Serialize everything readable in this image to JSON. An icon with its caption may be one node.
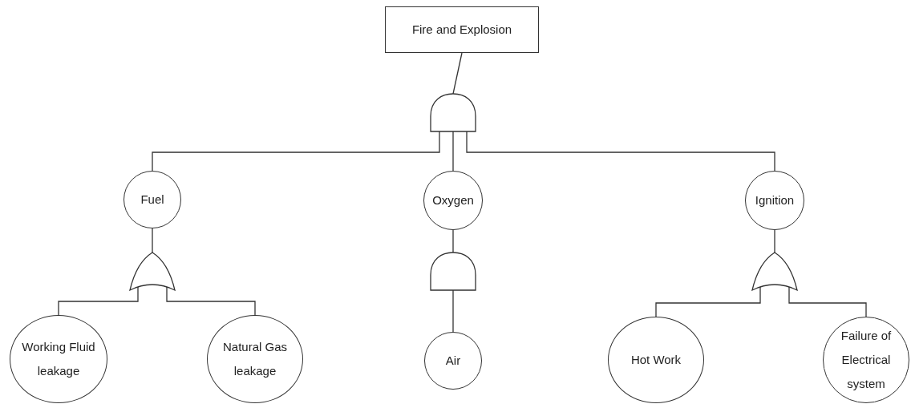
{
  "diagram": {
    "nodes": [
      {
        "text": [
          "Fire and Explosion"
        ]
      },
      {
        "text": [],
        "shape": "and-gate"
      },
      {
        "text": [
          "Fuel"
        ]
      },
      {
        "text": [
          "Oxygen"
        ]
      },
      {
        "text": [
          "Ignition"
        ]
      },
      {
        "text": [],
        "shape": "or-gate"
      },
      {
        "text": [],
        "shape": "and-gate"
      },
      {
        "text": [],
        "shape": "or-gate"
      },
      {
        "text": [
          "Working Fluid leakage"
        ]
      },
      {
        "text": [
          "Natural Gas leakage"
        ]
      },
      {
        "text": [
          "Air"
        ]
      },
      {
        "text": [
          "Hot Work"
        ]
      },
      {
        "text": [
          "Failure of Electrical system"
        ]
      }
    ],
    "edges": [
      {
        "from": 0,
        "to": 1,
        "arrow": "none"
      },
      {
        "from": 1,
        "to": 2,
        "arrow": "none"
      },
      {
        "from": 1,
        "to": 3,
        "arrow": "none"
      },
      {
        "from": 1,
        "to": 4,
        "arrow": "none"
      },
      {
        "from": 2,
        "to": 5,
        "arrow": "none"
      },
      {
        "from": 3,
        "to": 6,
        "arrow": "none"
      },
      {
        "from": 4,
        "to": 7,
        "arrow": "none"
      },
      {
        "from": 5,
        "to": 8,
        "arrow": "none"
      },
      {
        "from": 5,
        "to": 9,
        "arrow": "none"
      },
      {
        "from": 6,
        "to": 10,
        "arrow": "none"
      },
      {
        "from": 7,
        "to": 11,
        "arrow": "none"
      },
      {
        "from": 7,
        "to": 12,
        "arrow": "none"
      }
    ]
  }
}
